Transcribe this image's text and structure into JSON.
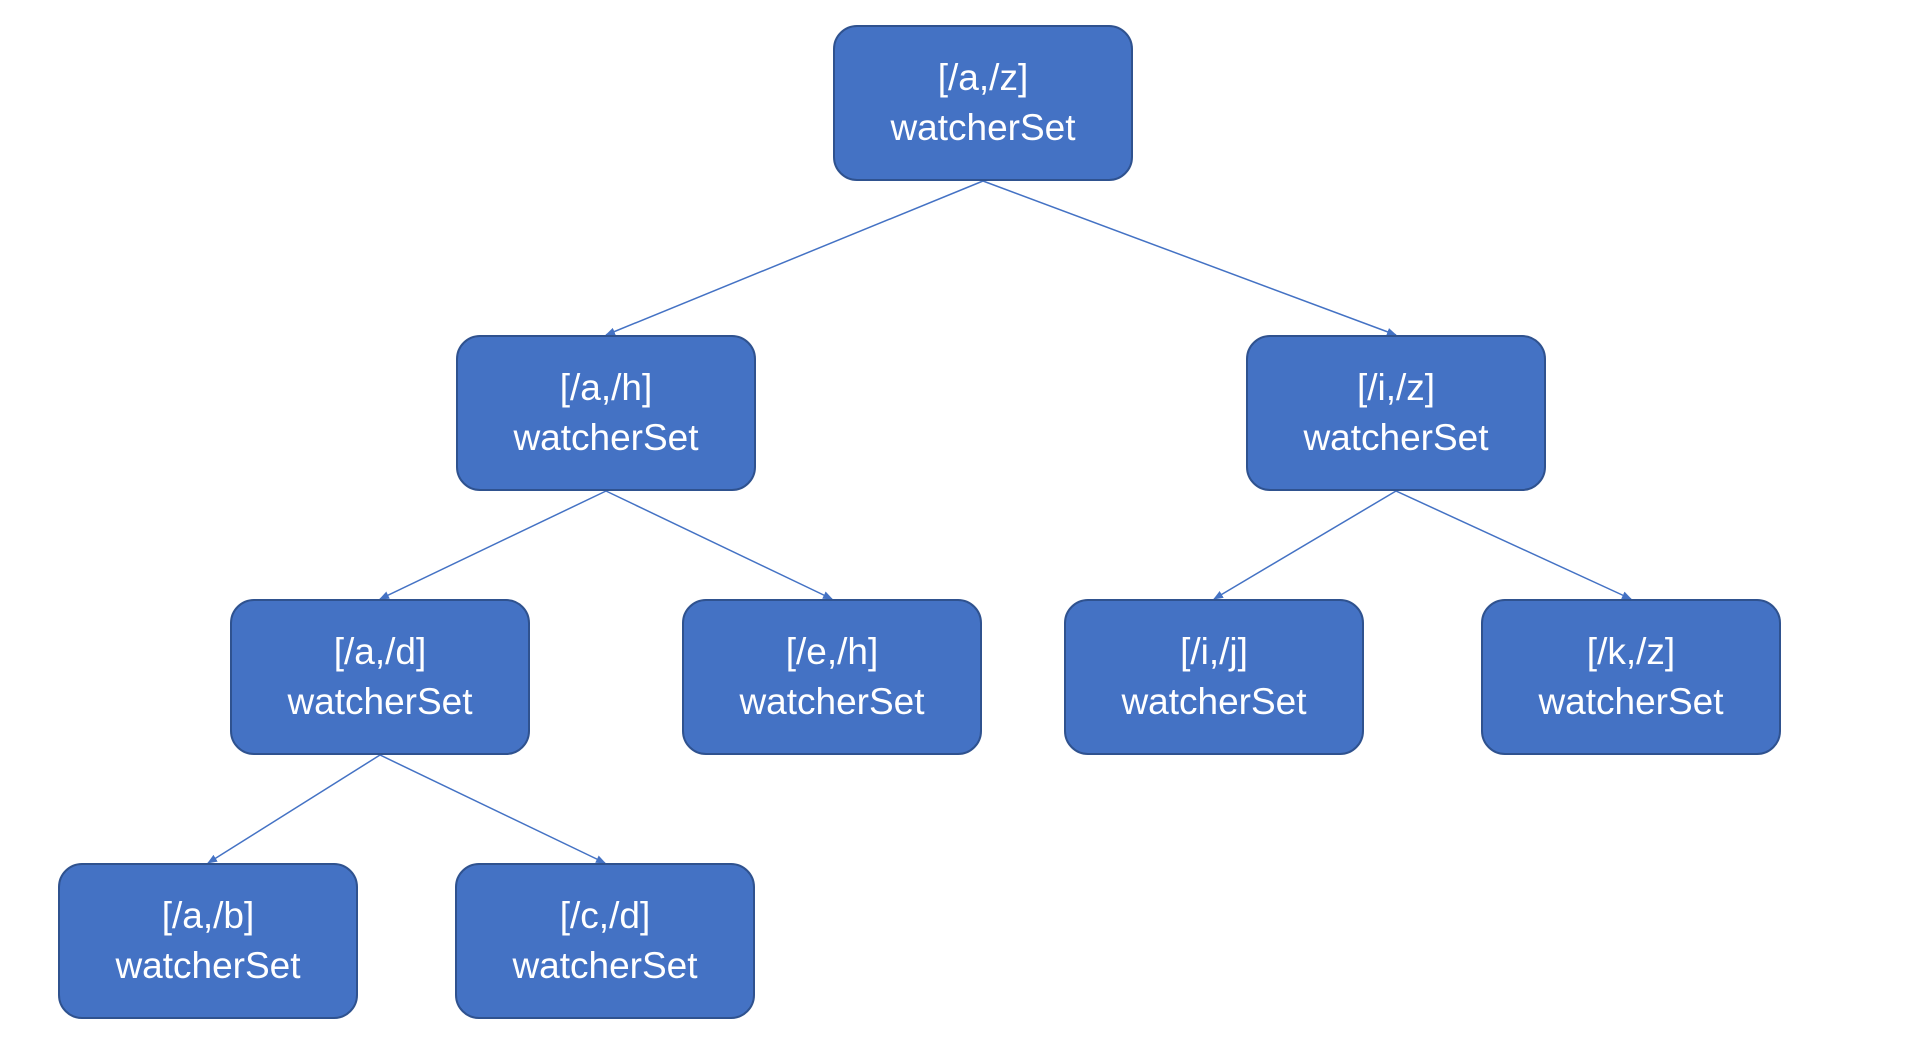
{
  "tree": {
    "nodes": [
      {
        "id": "root",
        "range": "[/a,/z]",
        "label": "watcherSet"
      },
      {
        "id": "ah",
        "range": "[/a,/h]",
        "label": "watcherSet"
      },
      {
        "id": "iz",
        "range": "[/i,/z]",
        "label": "watcherSet"
      },
      {
        "id": "ad",
        "range": "[/a,/d]",
        "label": "watcherSet"
      },
      {
        "id": "eh",
        "range": "[/e,/h]",
        "label": "watcherSet"
      },
      {
        "id": "ij",
        "range": "[/i,/j]",
        "label": "watcherSet"
      },
      {
        "id": "kz",
        "range": "[/k,/z]",
        "label": "watcherSet"
      },
      {
        "id": "ab",
        "range": "[/a,/b]",
        "label": "watcherSet"
      },
      {
        "id": "cd",
        "range": "[/c,/d]",
        "label": "watcherSet"
      }
    ],
    "edges": [
      {
        "from": "root",
        "to": "ah"
      },
      {
        "from": "root",
        "to": "iz"
      },
      {
        "from": "ah",
        "to": "ad"
      },
      {
        "from": "ah",
        "to": "eh"
      },
      {
        "from": "iz",
        "to": "ij"
      },
      {
        "from": "iz",
        "to": "kz"
      },
      {
        "from": "ad",
        "to": "ab"
      },
      {
        "from": "ad",
        "to": "cd"
      }
    ],
    "colors": {
      "node_fill": "#4472c4",
      "node_border": "#2f528f",
      "edge": "#4472c4",
      "text": "#ffffff"
    }
  }
}
